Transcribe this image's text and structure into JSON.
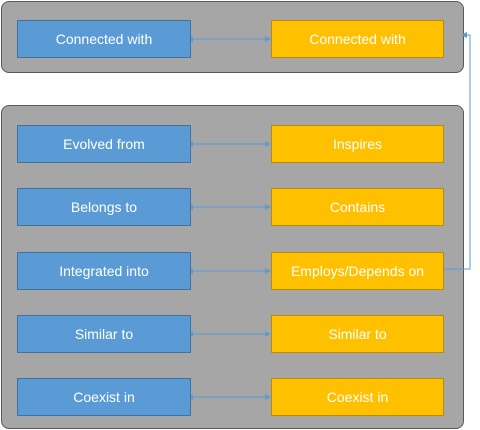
{
  "rows": [
    {
      "left": "Connected with",
      "right": "Connected with"
    },
    {
      "left": "Evolved from",
      "right": "Inspires"
    },
    {
      "left": "Belongs to",
      "right": "Contains"
    },
    {
      "left": "Integrated into",
      "right": "Employs/Depends on"
    },
    {
      "left": "Similar to",
      "right": "Similar to"
    },
    {
      "left": "Coexist in",
      "right": "Coexist in"
    }
  ],
  "colors": {
    "left_box": "#5b9bd5",
    "right_box": "#ffc000",
    "panel": "#a6a6a6",
    "connector": "#5b9bd5"
  }
}
